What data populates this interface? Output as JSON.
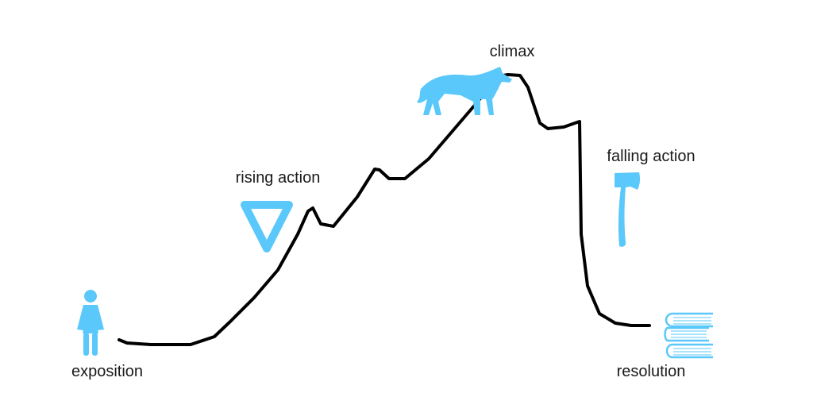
{
  "accent_color": "#5ac8fa",
  "stages": {
    "exposition": {
      "label": "exposition",
      "icon": "woman-icon"
    },
    "rising_action": {
      "label": "rising action",
      "icon": "yield-triangle-icon"
    },
    "climax": {
      "label": "climax",
      "icon": "wolf-icon"
    },
    "falling_action": {
      "label": "falling action",
      "icon": "axe-icon"
    },
    "resolution": {
      "label": "resolution",
      "icon": "books-icon"
    }
  }
}
